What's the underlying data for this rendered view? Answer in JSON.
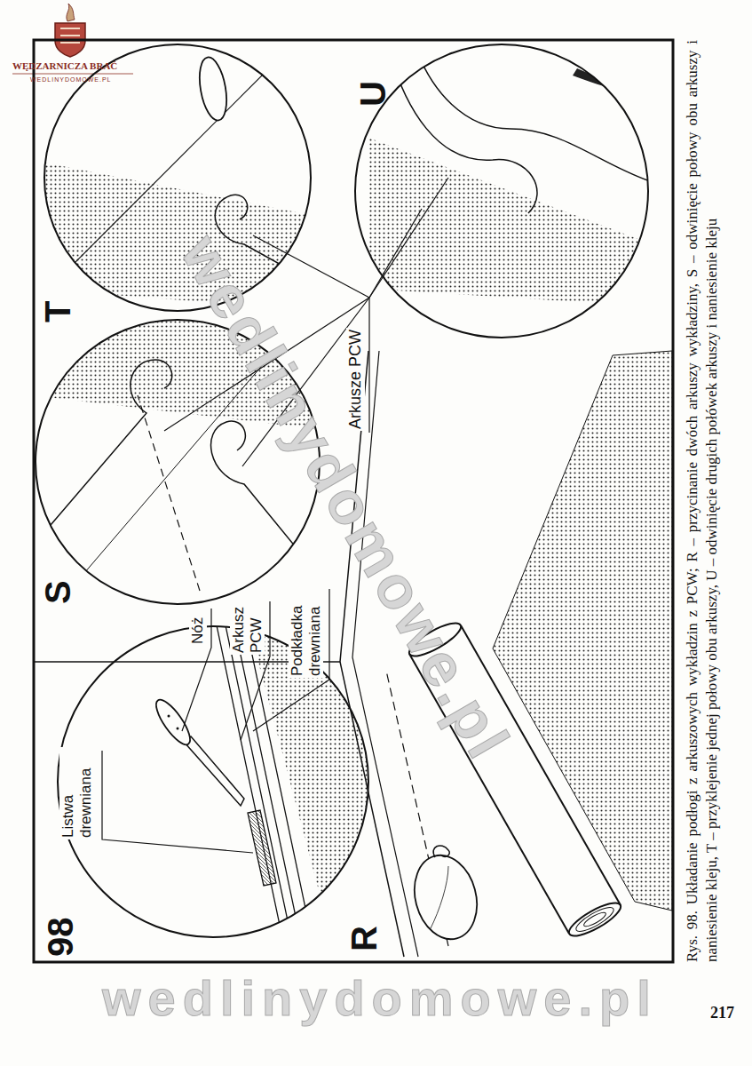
{
  "diagram": {
    "caption": "Rys. 98. Układanie podłogi z arkuszowych wykładzin z PCW; R – przycinanie dwóch arkuszy wykładziny, S – odwinięcie połowy obu arkuszy i naniesienie kleju, T – przyklejenie jednej połowy obu arkuszy, U – odwinięcie drugich połówek arkuszy i naniesienie kleju",
    "labels": [
      "WĘDZARNICZA BRAĆ",
      "WEDLINYDOMOWE.PL",
      "98",
      "R",
      "Listwa drewniana",
      "Nóż",
      "Arkusz PCW",
      "Podkładka drewniana",
      "S",
      "T",
      "Arkusze PCW",
      "U",
      "wedlinydomowe.pl",
      "wedlinydomowe.pl",
      "217"
    ]
  }
}
